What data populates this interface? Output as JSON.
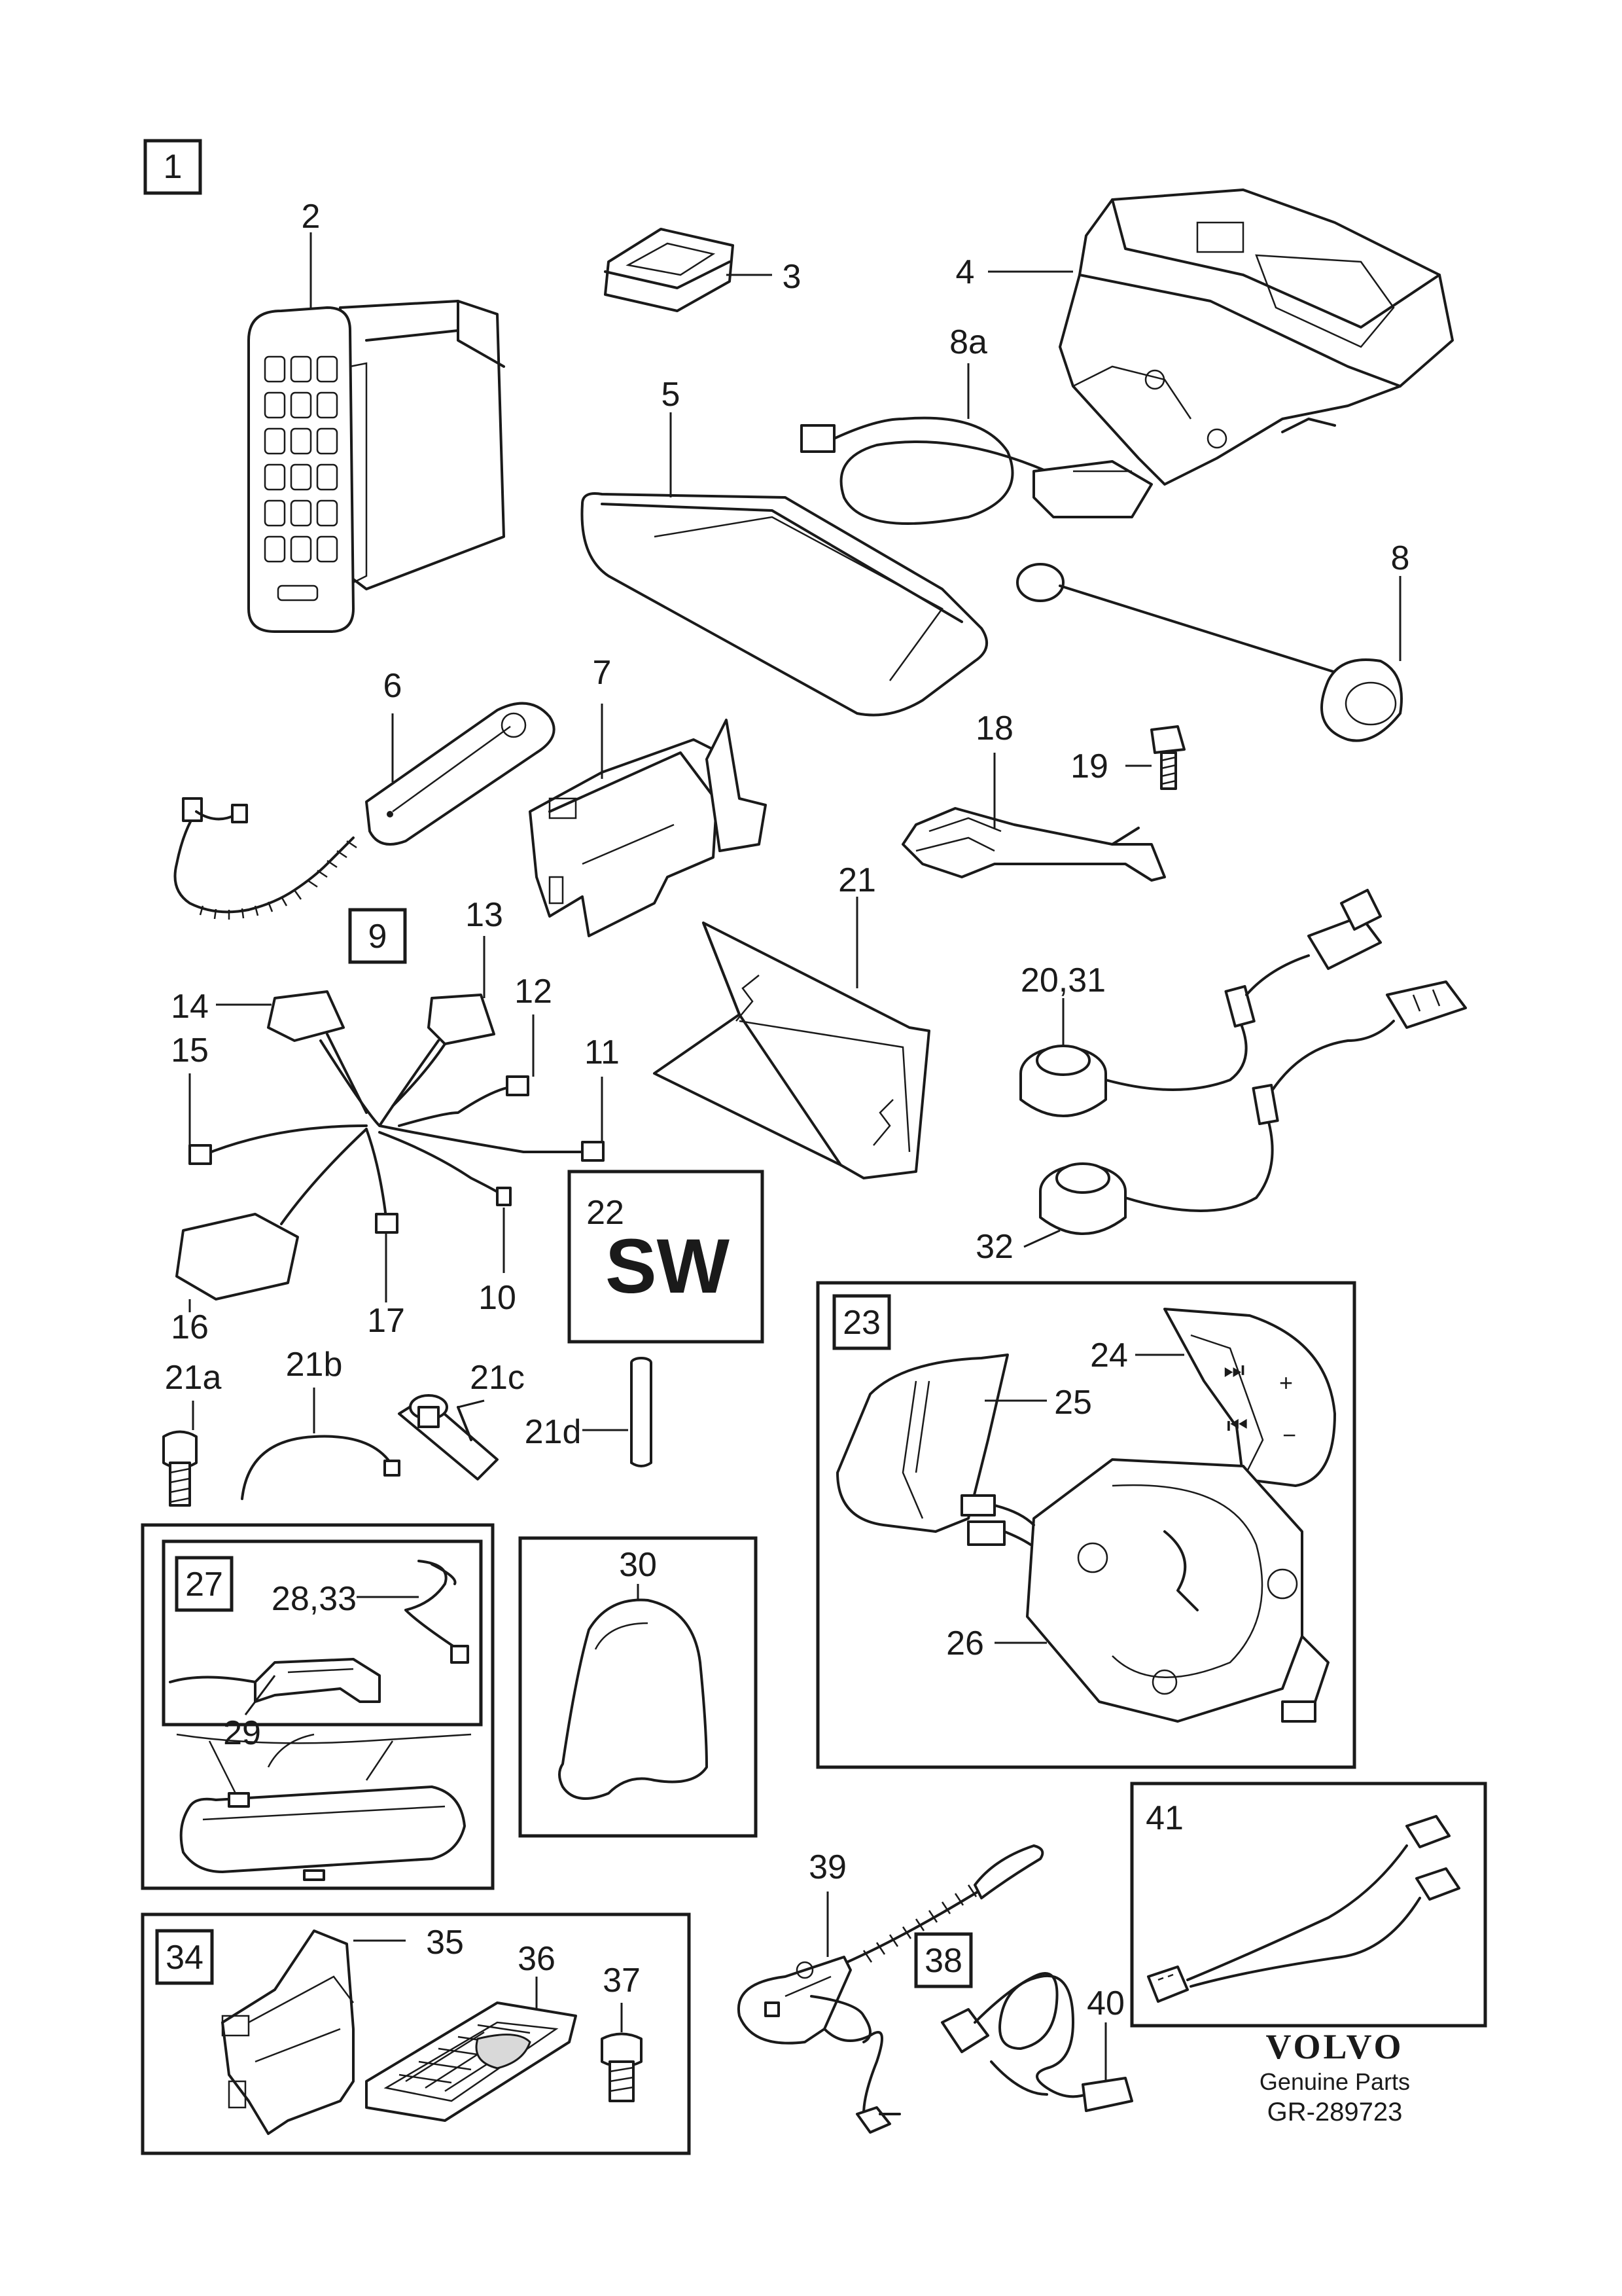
{
  "callouts": {
    "c1": "1",
    "c2": "2",
    "c3": "3",
    "c4": "4",
    "c5": "5",
    "c6": "6",
    "c7": "7",
    "c8": "8",
    "c8a": "8a",
    "c9": "9",
    "c10": "10",
    "c11": "11",
    "c12": "12",
    "c13": "13",
    "c14": "14",
    "c15": "15",
    "c16": "16",
    "c17": "17",
    "c18": "18",
    "c19": "19",
    "c20_31": "20,31",
    "c21": "21",
    "c21a": "21a",
    "c21b": "21b",
    "c21c": "21c",
    "c21d": "21d",
    "c22": "22",
    "c23": "23",
    "c24": "24",
    "c25": "25",
    "c26": "26",
    "c27": "27",
    "c28_33": "28,33",
    "c29": "29",
    "c30": "30",
    "c32": "32",
    "c34": "34",
    "c35": "35",
    "c36": "36",
    "c37": "37",
    "c38": "38",
    "c39": "39",
    "c40": "40",
    "c41": "41"
  },
  "sw_badge": "SW",
  "brand": {
    "logo": "VOLVO",
    "tagline": "Genuine Parts",
    "reference": "GR-289723"
  },
  "colors": {
    "ink": "#1a1a1a",
    "background": "#ffffff",
    "shade": "#d9d9d9"
  }
}
